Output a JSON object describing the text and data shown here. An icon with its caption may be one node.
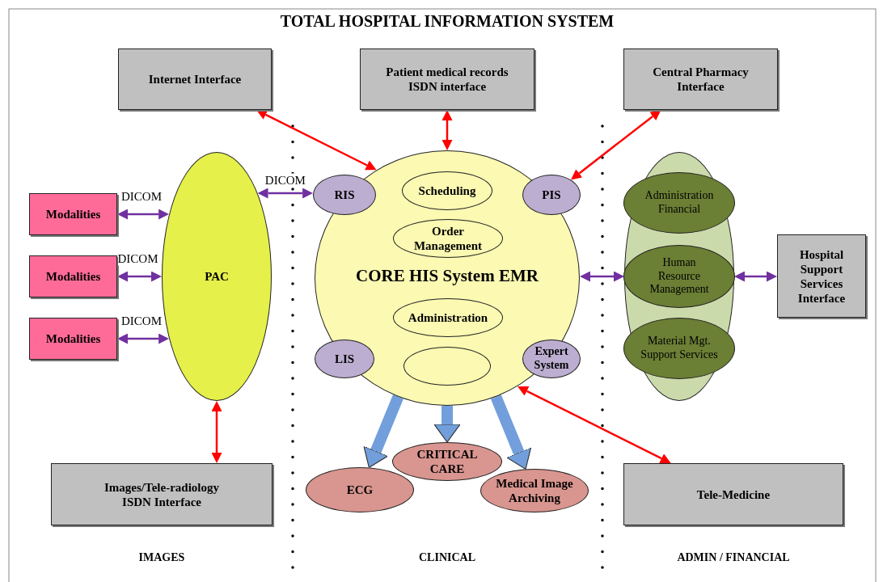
{
  "diagram": {
    "title": "TOTAL HOSPITAL INFORMATION SYSTEM",
    "nodes": [
      {
        "text": [
          "Internet Interface"
        ]
      },
      {
        "text": [
          "Patient medical records ISDN interface"
        ]
      },
      {
        "text": [
          "Central Pharmacy Interface"
        ]
      },
      {
        "text": [
          "Modalities"
        ]
      },
      {
        "text": [
          "Modalities"
        ]
      },
      {
        "text": [
          "Modalities"
        ]
      },
      {
        "text": [
          "PAC"
        ]
      },
      {
        "text": [
          "CORE HIS System EMR"
        ]
      },
      {
        "text": [
          "RIS"
        ],
        "in": 7
      },
      {
        "text": [
          "Scheduling"
        ],
        "in": 7
      },
      {
        "text": [
          "PIS"
        ],
        "in": 7
      },
      {
        "text": [
          "Order Management"
        ],
        "in": 7
      },
      {
        "text": [
          "Administration"
        ],
        "in": 7
      },
      {
        "text": [
          "LIS"
        ],
        "in": 7
      },
      {
        "text": [],
        "shape": "ellipse",
        "in": 7
      },
      {
        "text": [
          "Expert System"
        ],
        "in": 7
      },
      {
        "text": [],
        "shape": "ellipse"
      },
      {
        "text": [
          "Administration Financial"
        ],
        "in": 16
      },
      {
        "text": [
          "Human Resource Management"
        ],
        "in": 16
      },
      {
        "text": [
          "Material Mgt. Support Services"
        ],
        "in": 16
      },
      {
        "text": [
          "Hospital Support Services Interface"
        ]
      },
      {
        "text": [
          "Images/Tele-radiology ISDN Interface"
        ]
      },
      {
        "text": [
          "ECG"
        ]
      },
      {
        "text": [
          "CRITICAL CARE"
        ]
      },
      {
        "text": [
          "Medical Image Archiving"
        ]
      },
      {
        "text": [
          "Tele-Medicine"
        ]
      }
    ],
    "edges": [
      {
        "from": 0,
        "to": 7,
        "arrow": "both",
        "color": "#ff0000"
      },
      {
        "from": 1,
        "to": 7,
        "arrow": "both",
        "color": "#ff0000"
      },
      {
        "from": 2,
        "to": 10,
        "arrow": "both",
        "color": "#ff0000"
      },
      {
        "from": 3,
        "to": 6,
        "arrow": "both",
        "label": "DICOM"
      },
      {
        "from": 4,
        "to": 6,
        "arrow": "both",
        "label": "DICOM"
      },
      {
        "from": 5,
        "to": 6,
        "arrow": "both",
        "label": "DICOM"
      },
      {
        "from": 6,
        "to": 8,
        "arrow": "both",
        "label": "DICOM"
      },
      {
        "from": 7,
        "to": 16,
        "arrow": "both"
      },
      {
        "from": 16,
        "to": 20,
        "arrow": "both"
      },
      {
        "from": 6,
        "to": 21,
        "arrow": "both",
        "color": "#ff0000"
      },
      {
        "from": 7,
        "to": 25,
        "arrow": "both",
        "color": "#ff0000"
      },
      {
        "from": 7,
        "to": 22,
        "arrow": "to",
        "style": "thick",
        "color": "#729fdc"
      },
      {
        "from": 7,
        "to": 23,
        "arrow": "to",
        "style": "thick",
        "color": "#729fdc"
      },
      {
        "from": 7,
        "to": 24,
        "arrow": "to",
        "style": "thick",
        "color": "#729fdc"
      }
    ],
    "labels": [
      "IMAGES",
      "CLINICAL",
      "ADMIN / FINANCIAL"
    ]
  }
}
